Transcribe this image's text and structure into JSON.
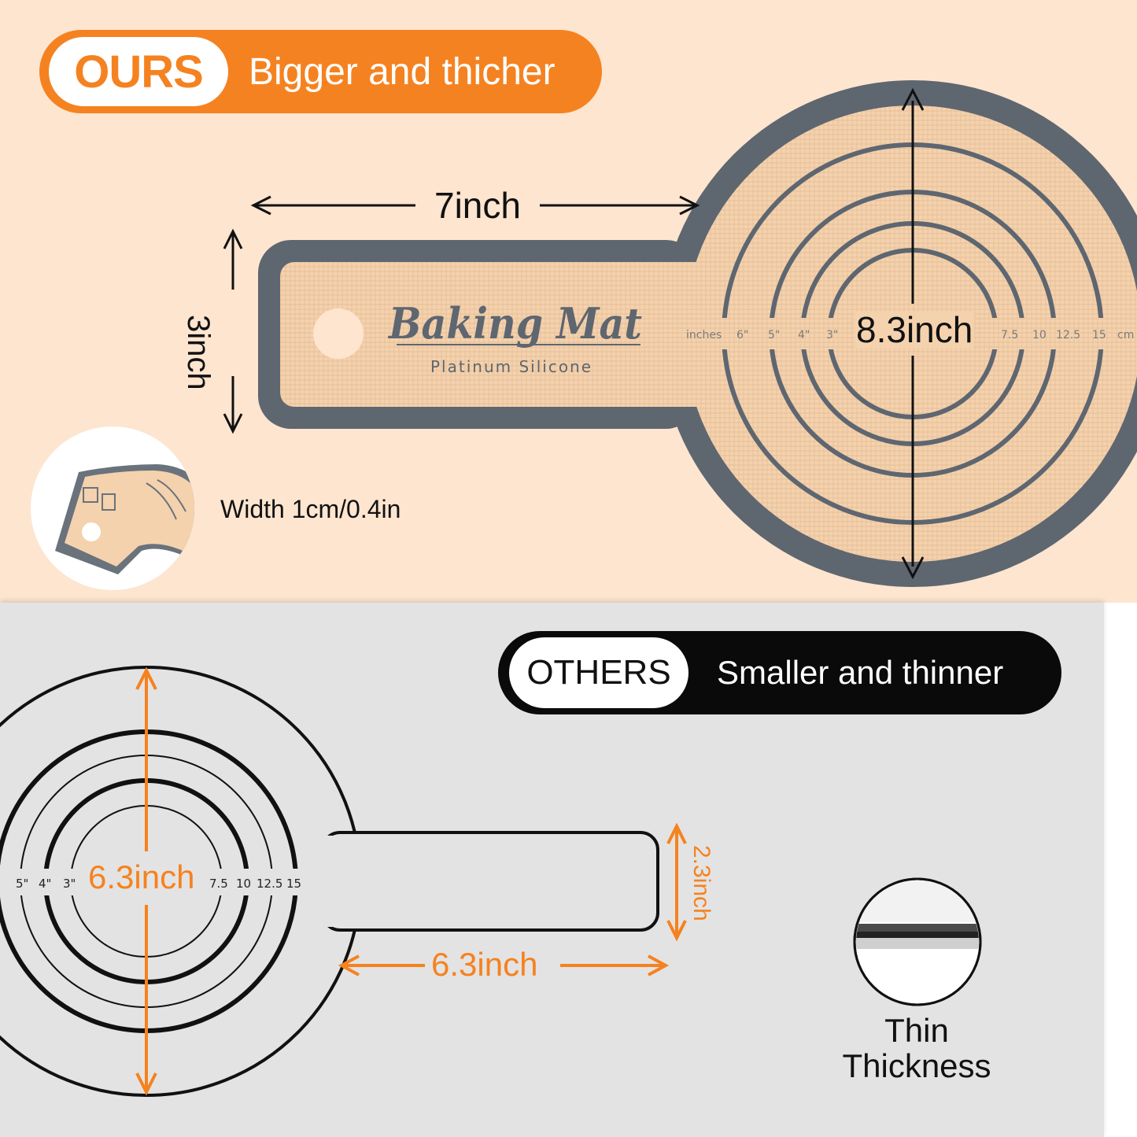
{
  "ours": {
    "tag": "OURS",
    "headline": "Bigger and thicher",
    "dimensions": {
      "length": "7inch",
      "width": "3inch",
      "diameter": "8.3inch"
    },
    "brand": {
      "name": "Baking Mat",
      "material": "Platinum Silicone"
    },
    "scale_inches": [
      "inches",
      "6\"",
      "5\"",
      "4\"",
      "3\""
    ],
    "scale_cm": [
      "7.5",
      "10",
      "12.5",
      "15",
      "cm"
    ],
    "thickness_label": "Width 1cm/0.4in"
  },
  "others": {
    "tag": "OTHERS",
    "headline": "Smaller and thinner",
    "dimensions": {
      "diameter": "6.3inch",
      "length": "6.3inch",
      "width": "2.3inch"
    },
    "scale_inches": [
      "5\"",
      "4\"",
      "3\""
    ],
    "scale_cm": [
      "7.5",
      "10",
      "12.5",
      "15"
    ],
    "thickness_line1": "Thin",
    "thickness_line2": "Thickness"
  },
  "colors": {
    "accent": "#f58220",
    "ours_bg": "#fde5d0",
    "others_bg": "#e3e3e3",
    "mat_border": "#5e6670",
    "mat_fill": "#f4d2ae"
  }
}
